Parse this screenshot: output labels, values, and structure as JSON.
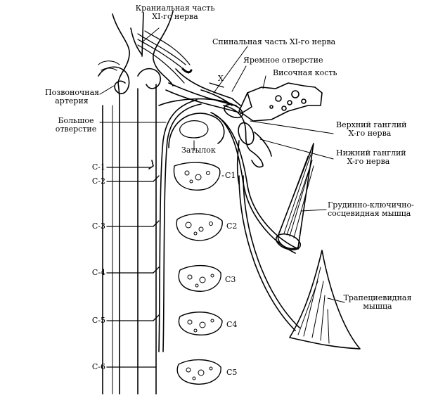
{
  "labels": {
    "cranial_l1": "Краниальная часть",
    "cranial_l2": "XI-го нерва",
    "spinal_part": "Спинальная часть XI-го нерва",
    "jugular": "Яремное отверстие",
    "x_mark": "X",
    "temporal": "Височная кость",
    "vert_l1": "Позвоночная",
    "vert_l2": "артерия",
    "upper_l1": "Верхний ганглий",
    "upper_l2": "X-го нерва",
    "foramen_l1": "Большое",
    "foramen_l2": "отверстие",
    "occiput": "Затылок",
    "lower_l1": "Нижний ганглий",
    "lower_l2": "X-го нерва",
    "scm_l1": "Грудинно-ключично-",
    "scm_l2": "сосцевидная мышца",
    "trap_l1": "Трапециевидная",
    "trap_l2": "мышца"
  },
  "spinal_roots": [
    "C-1",
    "C-2",
    "C-3",
    "C-4",
    "C-5",
    "C-6"
  ],
  "vertebrae": [
    "C1",
    "C2",
    "C3",
    "C4",
    "C5"
  ]
}
